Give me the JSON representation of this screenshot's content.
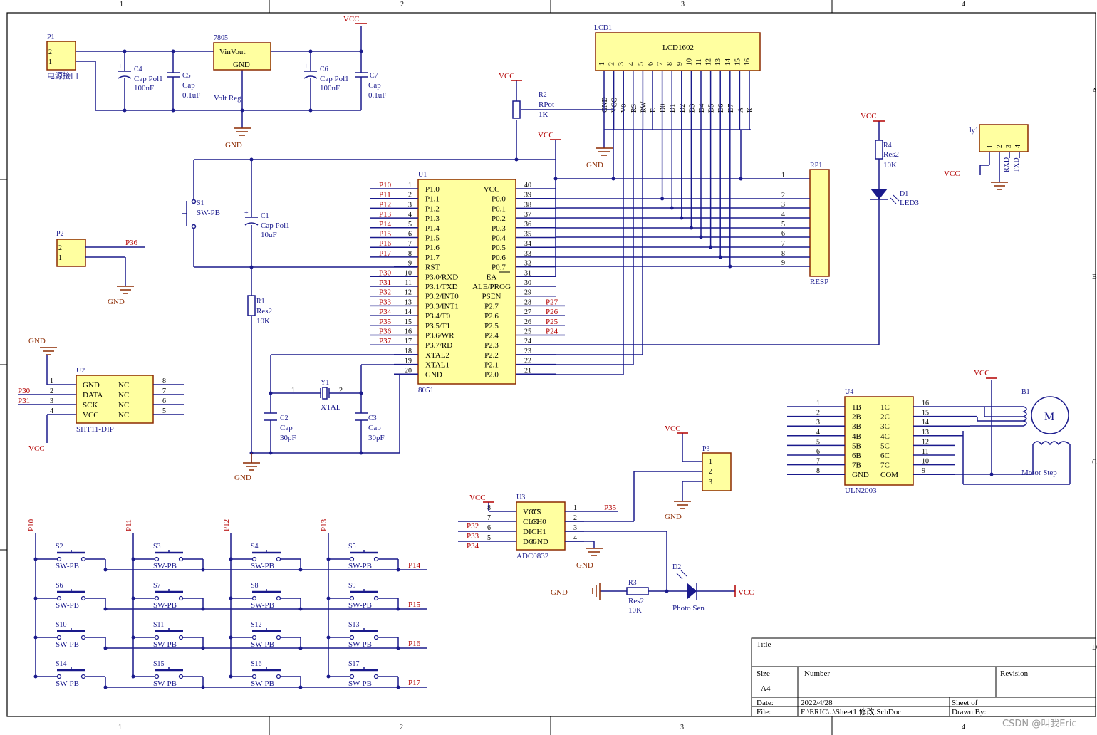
{
  "frame": {
    "top_numbers": [
      "1",
      "2",
      "3",
      "4"
    ],
    "bottom_numbers": [
      "1",
      "2",
      "3",
      "4"
    ],
    "right_letters": [
      "A",
      "B",
      "C",
      "D"
    ]
  },
  "power": {
    "p1_name": "P1",
    "p1_label": "电源接口",
    "p1_pins": [
      "2",
      "1"
    ],
    "reg_name": "7805",
    "reg_vinvout": "VinVout",
    "reg_gnd": "GND",
    "reg_type": "Volt Reg",
    "c4": [
      "C4",
      "Cap Pol1",
      "100uF"
    ],
    "c5": [
      "C5",
      "Cap",
      "0.1uF"
    ],
    "c6": [
      "C6",
      "Cap Pol1",
      "100uF"
    ],
    "c7": [
      "C7",
      "Cap",
      "0.1uF"
    ],
    "vcc": "VCC",
    "gnd": "GND"
  },
  "p2": {
    "name": "P2",
    "pins": [
      "2",
      "1"
    ],
    "net": "P36",
    "gnd": "GND"
  },
  "reset": {
    "s1": [
      "S1",
      "SW-PB"
    ],
    "c1": [
      "C1",
      "Cap Pol1",
      "10uF"
    ],
    "r1": [
      "R1",
      "Res2",
      "10K"
    ]
  },
  "xtal": {
    "y1": [
      "Y1",
      "XTAL"
    ],
    "pin1": "1",
    "pin2": "2",
    "c2": [
      "C2",
      "Cap",
      "30pF"
    ],
    "c3": [
      "C3",
      "Cap",
      "30pF"
    ],
    "gnd": "GND"
  },
  "mcu": {
    "name": "U1",
    "part": "8051",
    "left": [
      {
        "pin": "1",
        "label": "P1.0",
        "net": "P10"
      },
      {
        "pin": "2",
        "label": "P1.1",
        "net": "P11"
      },
      {
        "pin": "3",
        "label": "P1.2",
        "net": "P12"
      },
      {
        "pin": "4",
        "label": "P1.3",
        "net": "P13"
      },
      {
        "pin": "5",
        "label": "P1.4",
        "net": "P14"
      },
      {
        "pin": "6",
        "label": "P1.5",
        "net": "P15"
      },
      {
        "pin": "7",
        "label": "P1.6",
        "net": "P16"
      },
      {
        "pin": "8",
        "label": "P1.7",
        "net": "P17"
      },
      {
        "pin": "9",
        "label": "RST",
        "net": ""
      },
      {
        "pin": "10",
        "label": "P3.0/RXD",
        "net": "P30"
      },
      {
        "pin": "11",
        "label": "P3.1/TXD",
        "net": "P31"
      },
      {
        "pin": "12",
        "label": "P3.2/INT0",
        "net": "P32"
      },
      {
        "pin": "13",
        "label": "P3.3/INT1",
        "net": "P33"
      },
      {
        "pin": "14",
        "label": "P3.4/T0",
        "net": "P34"
      },
      {
        "pin": "15",
        "label": "P3.5/T1",
        "net": "P35"
      },
      {
        "pin": "16",
        "label": "P3.6/WR",
        "net": "P36"
      },
      {
        "pin": "17",
        "label": "P3.7/RD",
        "net": "P37"
      },
      {
        "pin": "18",
        "label": "XTAL2",
        "net": ""
      },
      {
        "pin": "19",
        "label": "XTAL1",
        "net": ""
      },
      {
        "pin": "20",
        "label": "GND",
        "net": ""
      }
    ],
    "right": [
      {
        "pin": "40",
        "label": "VCC",
        "net": ""
      },
      {
        "pin": "39",
        "label": "P0.0",
        "net": ""
      },
      {
        "pin": "38",
        "label": "P0.1",
        "net": ""
      },
      {
        "pin": "37",
        "label": "P0.2",
        "net": ""
      },
      {
        "pin": "36",
        "label": "P0.3",
        "net": ""
      },
      {
        "pin": "35",
        "label": "P0.4",
        "net": ""
      },
      {
        "pin": "34",
        "label": "P0.5",
        "net": ""
      },
      {
        "pin": "33",
        "label": "P0.6",
        "net": ""
      },
      {
        "pin": "32",
        "label": "P0.7",
        "net": ""
      },
      {
        "pin": "31",
        "label": "EA",
        "net": ""
      },
      {
        "pin": "30",
        "label": "ALE/PROG",
        "net": ""
      },
      {
        "pin": "29",
        "label": "PSEN",
        "net": ""
      },
      {
        "pin": "28",
        "label": "P2.7",
        "net": "P27"
      },
      {
        "pin": "27",
        "label": "P2.6",
        "net": "P26"
      },
      {
        "pin": "26",
        "label": "P2.5",
        "net": "P25"
      },
      {
        "pin": "25",
        "label": "P2.4",
        "net": "P24"
      },
      {
        "pin": "24",
        "label": "P2.3",
        "net": ""
      },
      {
        "pin": "23",
        "label": "P2.2",
        "net": ""
      },
      {
        "pin": "22",
        "label": "P2.1",
        "net": ""
      },
      {
        "pin": "21",
        "label": "P2.0",
        "net": ""
      }
    ]
  },
  "pot": {
    "vcc": "VCC",
    "name": "R2",
    "type": "RPot",
    "value": "1K"
  },
  "vcc_label": "VCC",
  "lcd": {
    "name": "LCD1",
    "part": "LCD1602",
    "pins": [
      "1",
      "2",
      "3",
      "4",
      "5",
      "6",
      "7",
      "8",
      "9",
      "10",
      "11",
      "12",
      "13",
      "14",
      "15",
      "16"
    ],
    "signals": [
      "GND",
      "VCC",
      "V0",
      "RS",
      "RW",
      "E",
      "D0",
      "D1",
      "D2",
      "D3",
      "D4",
      "D5",
      "D6",
      "D7",
      "A",
      "K"
    ],
    "gnd": "GND"
  },
  "resp": {
    "name": "RP1",
    "part": "RESP",
    "pins": [
      "1",
      "2",
      "3",
      "4",
      "5",
      "6",
      "7",
      "8",
      "9"
    ]
  },
  "led": {
    "vcc": "VCC",
    "r4": [
      "R4",
      "Res2",
      "10K"
    ],
    "d1": [
      "D1",
      "LED3"
    ]
  },
  "serial": {
    "name": "ly1",
    "pins": [
      "1",
      "2",
      "3",
      "4"
    ],
    "rxd": "RXD",
    "txd": "TXD",
    "vcc": "VCC"
  },
  "sht": {
    "name": "U2",
    "part": "SHT11-DIP",
    "gnd": "GND",
    "vcc": "VCC",
    "left": [
      {
        "pin": "1",
        "label": "GND",
        "net": ""
      },
      {
        "pin": "2",
        "label": "DATA",
        "net": "P30"
      },
      {
        "pin": "3",
        "label": "SCK",
        "net": "P31"
      },
      {
        "pin": "4",
        "label": "VCC",
        "net": ""
      }
    ],
    "right": [
      {
        "pin": "8",
        "label": "NC"
      },
      {
        "pin": "7",
        "label": "NC"
      },
      {
        "pin": "6",
        "label": "NC"
      },
      {
        "pin": "5",
        "label": "NC"
      }
    ]
  },
  "uln": {
    "name": "U4",
    "part": "ULN2003",
    "left": [
      {
        "pin": "1",
        "label": "1B"
      },
      {
        "pin": "2",
        "label": "2B"
      },
      {
        "pin": "3",
        "label": "3B"
      },
      {
        "pin": "4",
        "label": "4B"
      },
      {
        "pin": "5",
        "label": "5B"
      },
      {
        "pin": "6",
        "label": "6B"
      },
      {
        "pin": "7",
        "label": "7B"
      },
      {
        "pin": "8",
        "label": "GND"
      }
    ],
    "right": [
      {
        "pin": "16",
        "label": "1C"
      },
      {
        "pin": "15",
        "label": "2C"
      },
      {
        "pin": "14",
        "label": "3C"
      },
      {
        "pin": "13",
        "label": "4C"
      },
      {
        "pin": "12",
        "label": "5C"
      },
      {
        "pin": "11",
        "label": "6C"
      },
      {
        "pin": "10",
        "label": "7C"
      },
      {
        "pin": "9",
        "label": "COM"
      }
    ],
    "motor": [
      "B1",
      "M",
      "Motor Step"
    ],
    "vcc": "VCC"
  },
  "p3": {
    "name": "P3",
    "pins": [
      "1",
      "2",
      "3"
    ],
    "vcc": "VCC",
    "gnd": "GND"
  },
  "adc": {
    "name": "U3",
    "part": "ADC0832",
    "vcc": "VCC",
    "gnd": "GND",
    "left": [
      {
        "pin": "8",
        "label": "VCC",
        "net": ""
      },
      {
        "pin": "7",
        "label": "CLK",
        "net": "P32"
      },
      {
        "pin": "6",
        "label": "DI",
        "net": "P33"
      },
      {
        "pin": "5",
        "label": "DO",
        "net": "P34"
      }
    ],
    "right": [
      {
        "pin": "1",
        "label": "CS",
        "net": "P35"
      },
      {
        "pin": "2",
        "label": "CH0",
        "net": ""
      },
      {
        "pin": "3",
        "label": "CH1",
        "net": ""
      },
      {
        "pin": "4",
        "label": "GND",
        "net": ""
      }
    ]
  },
  "photo": {
    "gnd": "GND",
    "r3": [
      "R3",
      "Res2",
      "10K"
    ],
    "d2": [
      "D2",
      "Photo Sen"
    ],
    "vcc": "VCC"
  },
  "keypad": {
    "cols": [
      "P10",
      "P11",
      "P12",
      "P13"
    ],
    "rows": [
      "P14",
      "P15",
      "P16",
      "P17"
    ],
    "switches": [
      [
        "S2",
        "S3",
        "S4",
        "S5"
      ],
      [
        "S6",
        "S7",
        "S8",
        "S9"
      ],
      [
        "S10",
        "S11",
        "S12",
        "S13"
      ],
      [
        "S14",
        "S15",
        "S16",
        "S17"
      ]
    ],
    "type": "SW-PB"
  },
  "title_block": {
    "title": "Title",
    "size_label": "Size",
    "size_value": "A4",
    "number_label": "Number",
    "revision_label": "Revision",
    "date_label": "Date:",
    "date_value": "2022/4/28",
    "sheet_label": "Sheet   of",
    "file_label": "File:",
    "file_value": "F:\\ERIC\\..\\Sheet1 修改.SchDoc",
    "drawn_label": "Drawn By:"
  },
  "watermark": "CSDN @叫我Eric"
}
